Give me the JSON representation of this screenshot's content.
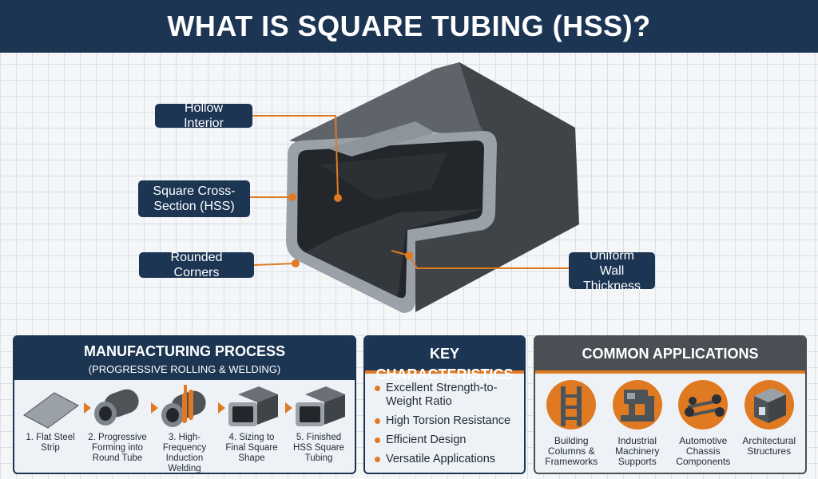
{
  "title": "WHAT IS SQUARE TUBING (HSS)?",
  "callouts": {
    "hollow": "Hollow Interior",
    "cross": "Square Cross-Section (HSS)",
    "corners": "Rounded Corners",
    "wall": "Uniform Wall Thickness"
  },
  "manufacturing": {
    "title": "MANUFACTURING PROCESS",
    "subtitle": "(PROGRESSIVE ROLLING & WELDING)",
    "steps": [
      "1. Flat Steel Strip",
      "2. Progressive Forming into Round Tube",
      "3. High-Frequency Induction Welding",
      "4. Sizing to Final Square Shape",
      "5. Finished HSS Square Tubing"
    ]
  },
  "characteristics": {
    "title": "KEY CHARACTERISTICS",
    "items": [
      "Excellent Strength-to-Weight Ratio",
      "High Torsion Resistance",
      "Efficient Design",
      "Versatile Applications"
    ]
  },
  "applications": {
    "title": "COMMON APPLICATIONS",
    "items": [
      "Building Columns & Frameworks",
      "Industrial Machinery Supports",
      "Automotive Chassis Components",
      "Architectural Structures"
    ]
  },
  "colors": {
    "navy": "#1c3553",
    "orange": "#e07a22",
    "steel": "#4e5358"
  }
}
